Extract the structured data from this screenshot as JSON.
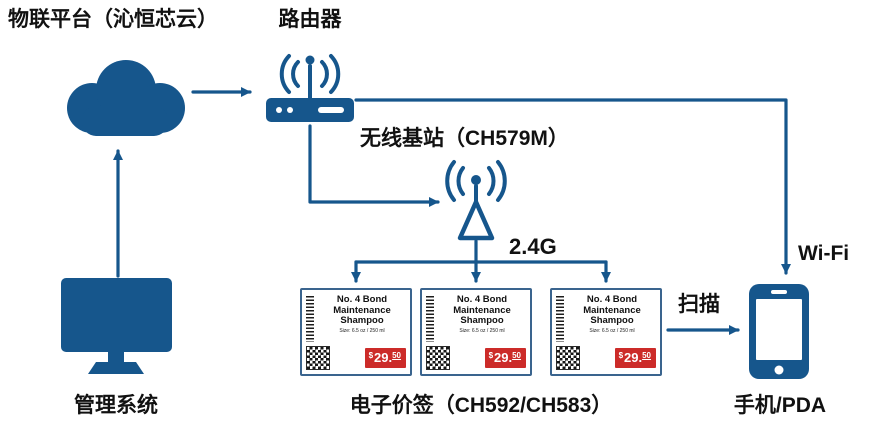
{
  "labels": {
    "iot_platform": "物联平台（沁恒芯云）",
    "router": "路由器",
    "base_station": "无线基站（CH579M）",
    "freq": "2.4G",
    "wifi": "Wi-Fi",
    "scan": "扫描",
    "management": "管理系统",
    "esl": "电子价签（CH592/CH583）",
    "phone": "手机/PDA"
  },
  "price_tag": {
    "line1": "No. 4 Bond",
    "line2": "Maintenance",
    "line3": "Shampoo",
    "subtitle": "Size: 6.5 oz / 250 ml",
    "currency": "$",
    "price_int": "29.",
    "price_cents": "50"
  },
  "colors": {
    "primary": "#16568C",
    "price_red": "#CC2B29"
  }
}
